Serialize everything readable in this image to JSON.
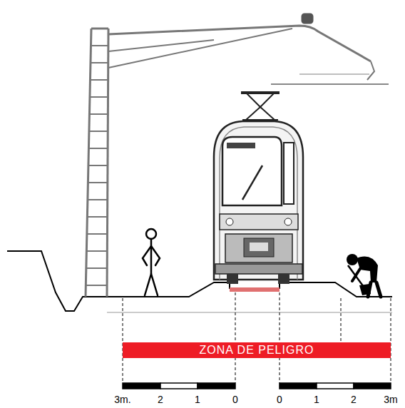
{
  "diagram": {
    "nodes": [
      {
        "text": [
          "ZONA DE PELIGRO"
        ]
      }
    ],
    "labels": [
      "3m.",
      "2",
      "1",
      "0",
      "0",
      "1",
      "2",
      "3m"
    ]
  }
}
